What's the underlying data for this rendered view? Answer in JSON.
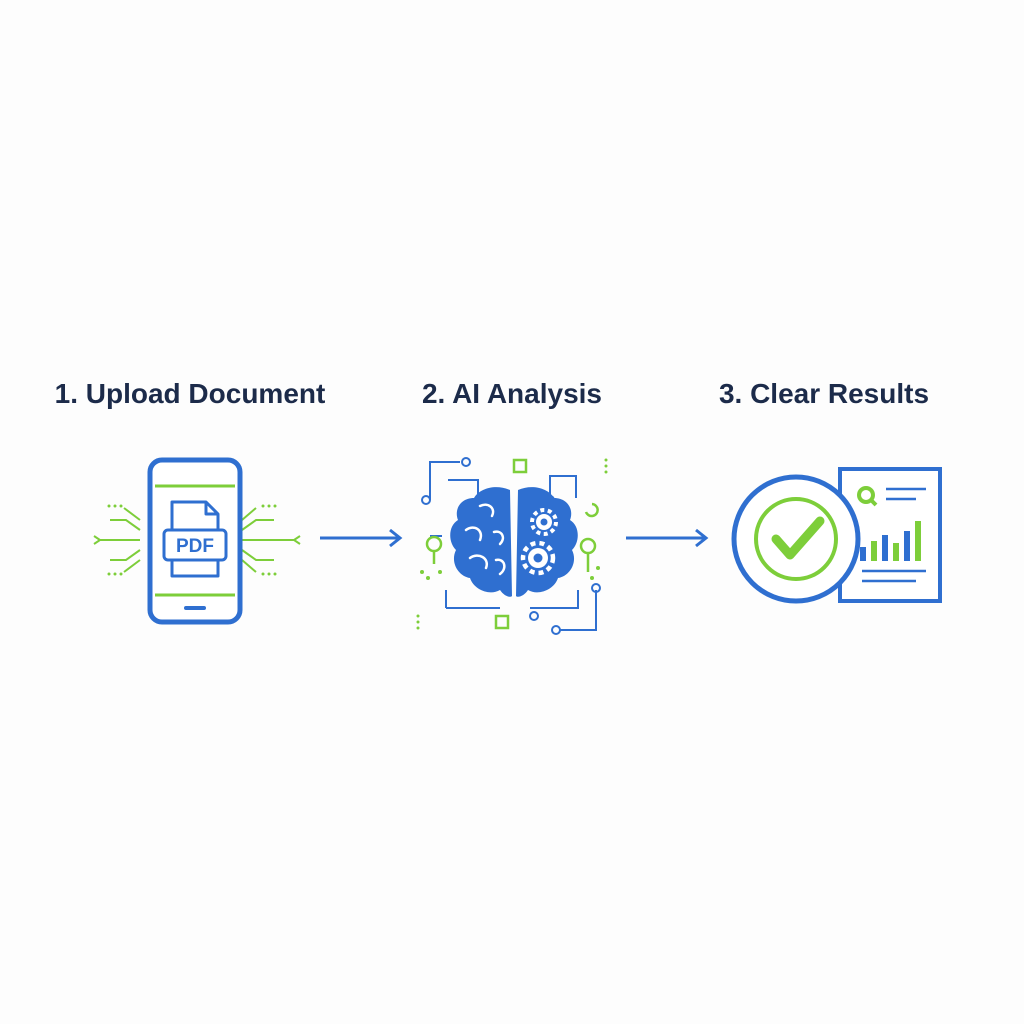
{
  "steps": [
    {
      "title": "1. Upload Document",
      "icon": "phone-pdf-icon",
      "badge_text": "PDF"
    },
    {
      "title": "2. AI Analysis",
      "icon": "brain-gears-icon"
    },
    {
      "title": "3. Clear Results",
      "icon": "checkmark-report-icon"
    }
  ],
  "colors": {
    "blue": "#2f6fd0",
    "green": "#7dce3a",
    "title": "#1c2b4a",
    "background": "#fdfdfd"
  }
}
